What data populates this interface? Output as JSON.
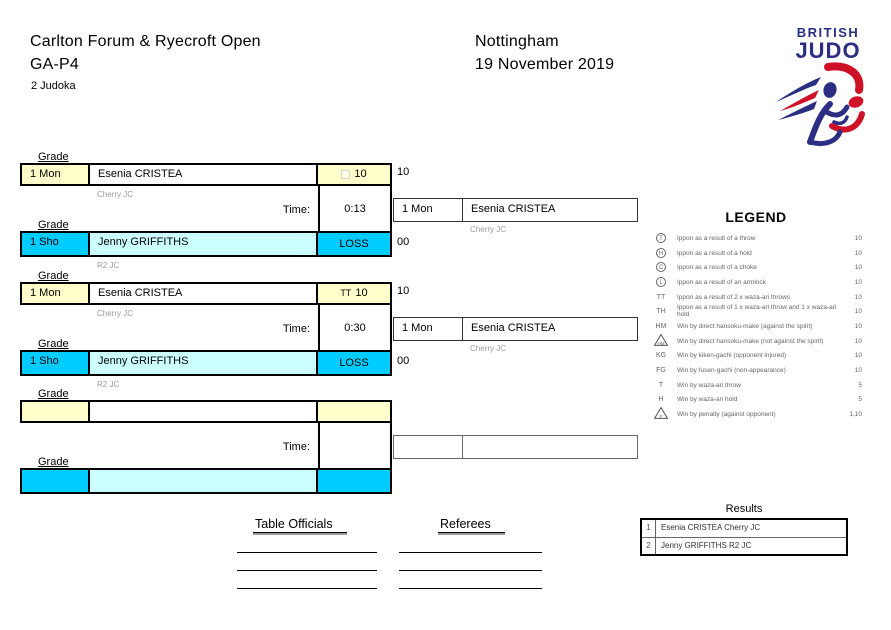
{
  "header": {
    "title": "Carlton Forum & Ryecroft Open",
    "category": "GA-P4",
    "judoka_count": "2 Judoka",
    "location": "Nottingham",
    "date": "19 November 2019"
  },
  "logo": {
    "line1": "BRITISH",
    "line2": "JUDO",
    "navy": "#2b2e83",
    "red": "#ce1126"
  },
  "labels": {
    "grade": "Grade",
    "time": "Time:"
  },
  "colors": {
    "pale_yellow": "#ffffcc",
    "bright_cyan": "#00ccff",
    "pale_cyan": "#ccffff"
  },
  "bracket": {
    "matches": [
      {
        "white": {
          "grade": "1 Mon",
          "name": "Esenia CRISTEA",
          "club": "Cherry JC",
          "symbol": "",
          "score": "10",
          "outer": "10"
        },
        "blue": {
          "grade": "1 Sho",
          "name": "Jenny GRIFFITHS",
          "club": "R2 JC",
          "symbol": "",
          "score": "LOSS",
          "outer": "00"
        },
        "time": "0:13",
        "winner": {
          "grade": "1 Mon",
          "name": "Esenia CRISTEA",
          "club": "Cherry JC"
        }
      },
      {
        "white": {
          "grade": "1 Mon",
          "name": "Esenia CRISTEA",
          "club": "Cherry JC",
          "symbol": "TT",
          "score": "10",
          "outer": "10"
        },
        "blue": {
          "grade": "1 Sho",
          "name": "Jenny GRIFFITHS",
          "club": "R2 JC",
          "symbol": "",
          "score": "LOSS",
          "outer": "00"
        },
        "time": "0:30",
        "winner": {
          "grade": "1 Mon",
          "name": "Esenia CRISTEA",
          "club": "Cherry JC"
        }
      },
      {
        "white": {
          "grade": "",
          "name": "",
          "club": "",
          "symbol": "",
          "score": "",
          "outer": ""
        },
        "blue": {
          "grade": "",
          "name": "",
          "club": "",
          "symbol": "",
          "score": "",
          "outer": ""
        },
        "time": "",
        "winner": {
          "grade": "",
          "name": "",
          "club": ""
        }
      }
    ]
  },
  "legend": {
    "title": "LEGEND",
    "entries": [
      {
        "symbol": "T",
        "type": "circle",
        "text": "Ippon as a result of a throw",
        "value": "10"
      },
      {
        "symbol": "H",
        "type": "circle",
        "text": "Ippon as a result of a hold",
        "value": "10"
      },
      {
        "symbol": "C",
        "type": "circle",
        "text": "Ippon as a result of a choke",
        "value": "10"
      },
      {
        "symbol": "L",
        "type": "circle",
        "text": "Ippon as a result of an armlock",
        "value": "10"
      },
      {
        "symbol": "TT",
        "type": "text",
        "text": "Ippon as a result of 2 x waza-ari throws",
        "value": "10"
      },
      {
        "symbol": "TH",
        "type": "text",
        "text": "Ippon as a result of 1 x waza-ari throw and 1 x waza-ari hold",
        "value": "10"
      },
      {
        "symbol": "HM",
        "type": "text",
        "text": "Win by direct hansoku-make (against the spirit)",
        "value": "10"
      },
      {
        "symbol": "HM",
        "type": "triangle",
        "text": "Win by direct hansoku-make (not against the spirit)",
        "value": "10"
      },
      {
        "symbol": "KG",
        "type": "text",
        "text": "Win by kiken-gachi (opponent injured)",
        "value": "10"
      },
      {
        "symbol": "FG",
        "type": "text",
        "text": "Win by fusen-gachi (non-appearance)",
        "value": "10"
      },
      {
        "symbol": "T",
        "type": "text",
        "text": "Win by waza-ari throw",
        "value": "5"
      },
      {
        "symbol": "H",
        "type": "text",
        "text": "Win by waza-ari hold",
        "value": "5"
      },
      {
        "symbol": "P",
        "type": "triangle",
        "text": "Win by penalty (against opponent)",
        "value": "1,10"
      }
    ]
  },
  "results": {
    "title": "Results",
    "rows": [
      {
        "rank": "1",
        "name": "Esenia CRISTEA Cherry JC"
      },
      {
        "rank": "2",
        "name": "Jenny GRIFFITHS R2 JC"
      }
    ]
  },
  "officials": {
    "table_officials_label": "Table Officials",
    "referees_label": "Referees"
  }
}
